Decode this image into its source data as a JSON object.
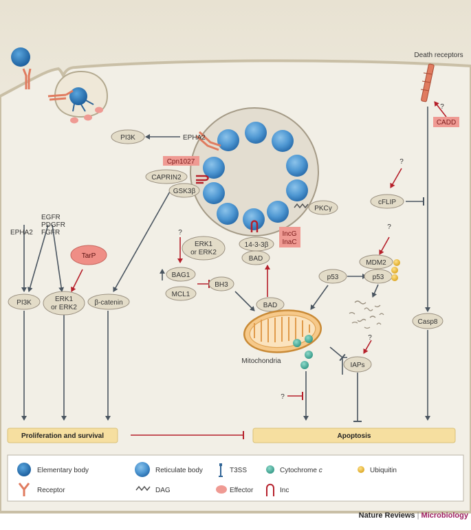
{
  "colors": {
    "host_bg": "#f2efe6",
    "membrane": "#c9bfa6",
    "inclusion_fill": "#e3ddd0",
    "node_fill": "#e3dcc8",
    "node_stroke": "#9a9080",
    "arrow_dark": "#4a5560",
    "arrow_red": "#b51f2a",
    "bacteria_light": "#5fa6dc",
    "bacteria_dark": "#2f7ec1",
    "effector": "#ef9a93",
    "receptor": "#e07b5f",
    "cytochrome": "#4db3a1",
    "ubiquitin": "#f2c23a",
    "outcome_box": "#f6dfa0",
    "legend_border": "#b9b3a6",
    "journal_accent": "#9b1c5e"
  },
  "nodes": {
    "death_receptors": "Death receptors",
    "cadd": "CADD",
    "q_cadd": "?",
    "pi3k_top": "PI3K",
    "epha2_top": "EPHA2",
    "cpn1027": "Cpn1027",
    "caprin2": "CAPRIN2",
    "gsk3b": "GSK3β",
    "pkcg": "PKCγ",
    "q_cflip": "?",
    "cflip": "cFLIP",
    "egfr": "EGFR",
    "pdgfr": "PDGFR",
    "fgfr": "FGFR",
    "epha2_left": "EPHA2",
    "tarp": "TarP",
    "q_bag1": "?",
    "erk12_mid_1": "ERK1",
    "erk12_mid_2": "or ERK2",
    "bag1": "BAG1",
    "mcl1": "MCL1",
    "bh3": "BH3",
    "b1433": "14-3-3β",
    "bad_top": "BAD",
    "incg": "IncG",
    "inac": "InaC",
    "bad_mid": "BAD",
    "q_mdm2": "?",
    "mdm2": "MDM2",
    "p53_left": "p53",
    "p53_right": "p53",
    "pi3k_left": "PI3K",
    "erk12_left_1": "ERK1",
    "erk12_left_2": "or ERK2",
    "bcatenin": "β-catenin",
    "casp8": "Casp8",
    "mitochondria": "Mitochondria",
    "q_iaps": "?",
    "iaps": "IAPs",
    "q_apop": "?",
    "proliferation": "Proliferation and survival",
    "apoptosis": "Apoptosis"
  },
  "legend": {
    "elementary_body": "Elementary body",
    "reticulate_body": "Reticulate body",
    "t3ss": "T3SS",
    "cytochrome_c": "Cytochrome",
    "cytochrome_c_italic": "c",
    "ubiquitin": "Ubiquitin",
    "receptor": "Receptor",
    "dag": "DAG",
    "effector": "Effector",
    "inc": "Inc"
  },
  "footer": {
    "journal": "Nature Reviews",
    "separator": "|",
    "section": "Microbiology"
  }
}
